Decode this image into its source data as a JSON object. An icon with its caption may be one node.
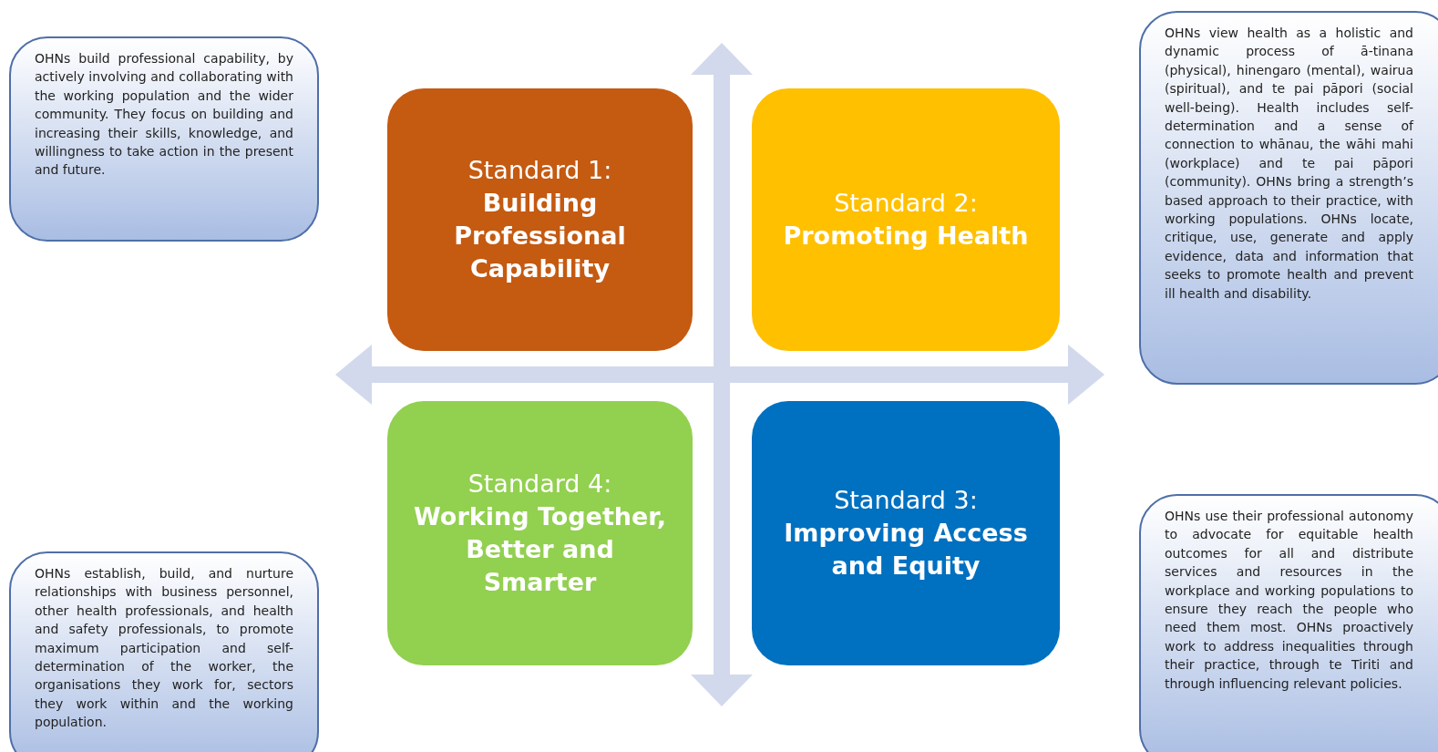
{
  "diagram": {
    "nodes": [
      {
        "text": [
          "OHNs build professional capability, by actively involving and collaborating with the working population and the wider community. They focus on building and increasing their skills, knowledge, and willingness to take action in the present and future."
        ]
      },
      {
        "text": [
          "Standard 1:",
          "Building Professional Capability"
        ]
      },
      {
        "text": [
          "Standard 2:",
          "Promoting Health"
        ]
      },
      {
        "text": [
          "OHNs view health as a holistic and dynamic process of ā-tinana (physical), hinengaro (mental), wairua (spiritual), and te pai pāpori (social well-being). Health includes self-determination and a sense of connection to whānau, the wāhi mahi (workplace) and te pai pāpori (community). OHNs bring a strength’s based approach to their practice, with working populations. OHNs locate, critique, use, generate and apply evidence, data and information that seeks to promote health and prevent ill health and disability."
        ]
      },
      {
        "text": [
          "OHNs establish, build, and nurture relationships with business personnel, other health professionals, and health and safety professionals, to promote maximum participation and self-determination of the worker, the organisations they work for, sectors they work within and the working population."
        ]
      },
      {
        "text": [
          "Standard 4:",
          "Working Together, Better and Smarter"
        ]
      },
      {
        "text": [
          "Standard 3:",
          "Improving Access and Equity"
        ]
      },
      {
        "text": [
          "OHNs use their professional autonomy to advocate for equitable health outcomes for all and distribute services and resources in the workplace and working populations to ensure they reach the people who need them most. OHNs proactively work to address inequalities through their practice, through te Tiriti and through influencing relevant policies."
        ]
      }
    ]
  }
}
